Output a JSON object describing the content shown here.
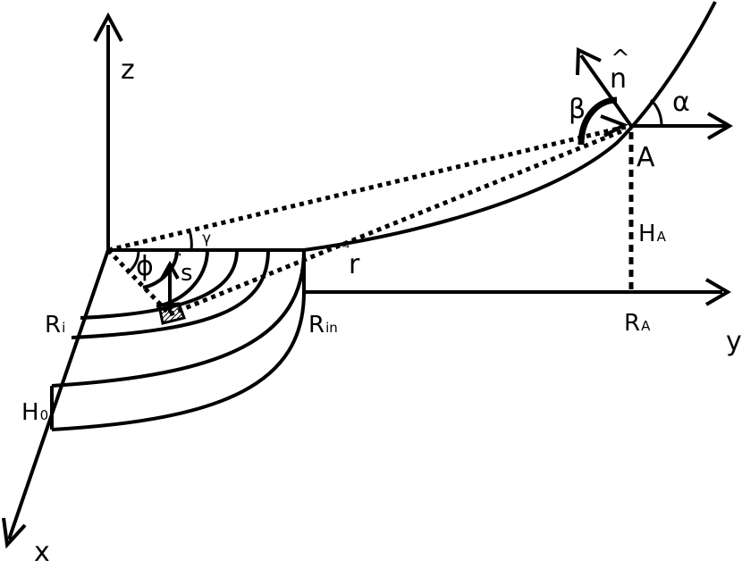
{
  "axes": {
    "z": "z",
    "x": "x",
    "y": "y"
  },
  "labels": {
    "n_hat": "n",
    "n_hat_accent": "^",
    "alpha": "α",
    "beta": "β",
    "gamma": "γ",
    "phi": "ϕ",
    "point_A": "A",
    "H_A": {
      "main": "H",
      "sub": "A"
    },
    "R_A": {
      "main": "R",
      "sub": "A"
    },
    "R_i": {
      "main": "R",
      "sub": "i"
    },
    "R_in": {
      "main": "R",
      "sub": "in"
    },
    "H_0": {
      "main": "H",
      "sub": "0"
    },
    "r_vec": {
      "main": "r",
      "arrow": "⃗"
    },
    "s_vec": {
      "main": "s",
      "arrow": "⃗"
    }
  },
  "colors": {
    "stroke": "#000000",
    "background": "#ffffff"
  }
}
